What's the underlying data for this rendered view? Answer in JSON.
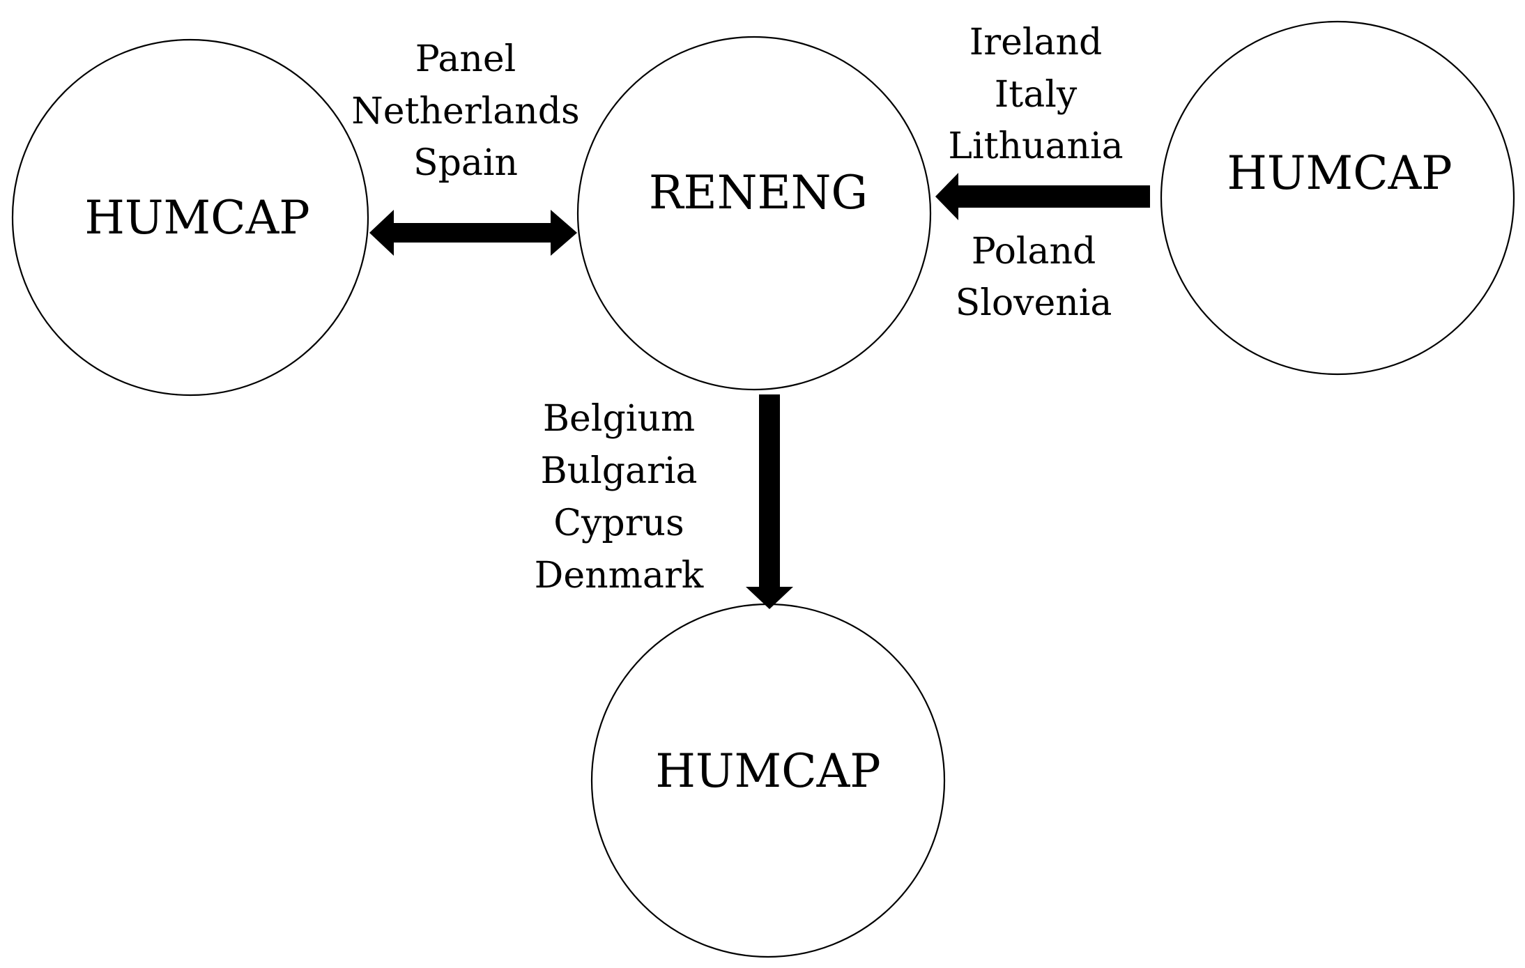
{
  "nodes": {
    "left": {
      "label": "HUMCAP"
    },
    "center": {
      "label": "RENENG"
    },
    "right": {
      "label": "HUMCAP"
    },
    "bottom": {
      "label": "HUMCAP"
    }
  },
  "edges": {
    "left_center": {
      "direction": "bidirectional",
      "label_lines": [
        "Panel",
        "Netherlands",
        "Spain"
      ]
    },
    "right_to_center": {
      "direction": "right-to-center",
      "label_lines_above": [
        "Ireland",
        "Italy",
        "Lithuania"
      ],
      "label_lines_below": [
        "Poland",
        "Slovenia"
      ]
    },
    "center_to_bottom": {
      "direction": "center-to-bottom",
      "label_lines": [
        "Belgium",
        "Bulgaria",
        "Cyprus",
        "Denmark"
      ]
    }
  },
  "colors": {
    "stroke": "#000000",
    "background": "#ffffff"
  }
}
